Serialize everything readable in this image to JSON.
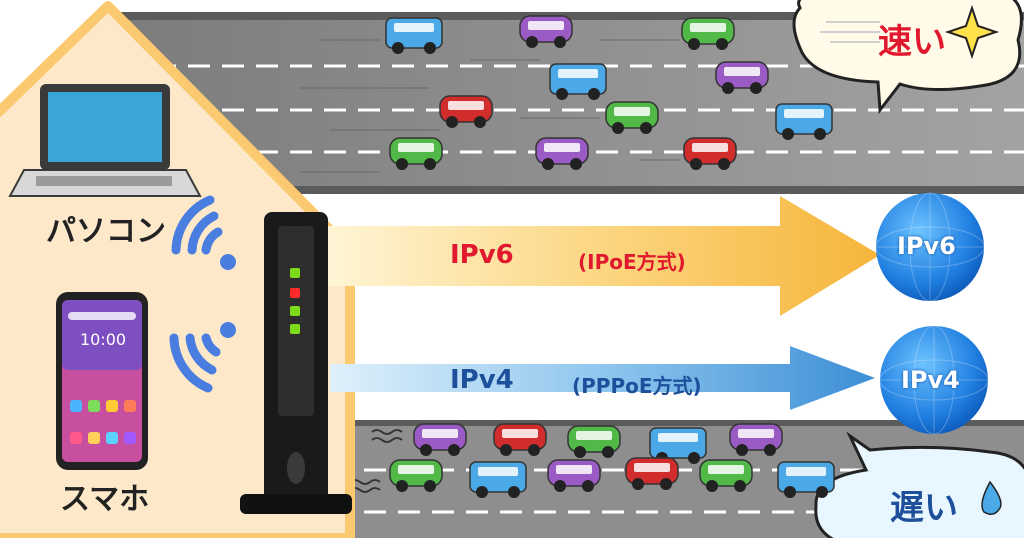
{
  "devices": {
    "pc_label": "パソコン",
    "phone_label": "スマホ",
    "phone_time": "10:00"
  },
  "routes": {
    "ipv6": {
      "label": "IPv6",
      "method": "(IPoE方式)",
      "color": "#f6b53a",
      "label_color": "#e0192e"
    },
    "ipv4": {
      "label": "IPv4",
      "method": "(PPPoE方式)",
      "color": "#3d8fd6",
      "label_color": "#1e4f9a"
    }
  },
  "globes": {
    "ipv6": "IPv6",
    "ipv4": "IPv4"
  },
  "bubbles": {
    "fast": {
      "text": "速い",
      "color": "#e0192e"
    },
    "slow": {
      "text": "遅い",
      "color": "#1e4f9a"
    }
  },
  "colors": {
    "house": "#fde9c9",
    "house_border": "#fbc96f",
    "road": "#8a8a8a",
    "wifi": "#4a7de0"
  },
  "icons": [
    "laptop-icon",
    "smartphone-icon",
    "wifi-icon",
    "router-icon",
    "globe-icon",
    "car-icon",
    "bus-icon",
    "sparkle-icon",
    "sweat-drop-icon"
  ]
}
